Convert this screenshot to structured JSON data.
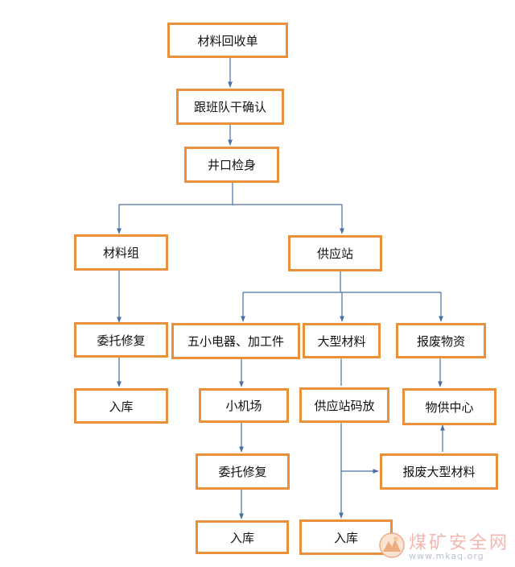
{
  "flowchart": {
    "nodes": {
      "material_return_form": "材料回收单",
      "shift_team_confirm": "跟班队干确认",
      "shaft_inspection": "井口检身",
      "material_group": "材料组",
      "supply_station": "供应站",
      "material_group_repair": "委托修复",
      "material_group_storage": "入库",
      "small_appliances": "五小电器、加工件",
      "large_materials": "大型材料",
      "scrap_goods": "报废物资",
      "small_machine_yard": "小机场",
      "supply_station_stack": "供应站码放",
      "goods_supply_center": "物供中心",
      "appliances_repair": "委托修复",
      "scrap_large_materials": "报废大型材料",
      "appliances_storage": "入库",
      "large_materials_storage": "入库"
    },
    "colors": {
      "border": "#e8913a",
      "edge": "#4a6fa5"
    }
  },
  "watermark": {
    "text": "煤矿安全网",
    "url": "www.mkaq.org",
    "icon": "mine-logo-icon"
  }
}
